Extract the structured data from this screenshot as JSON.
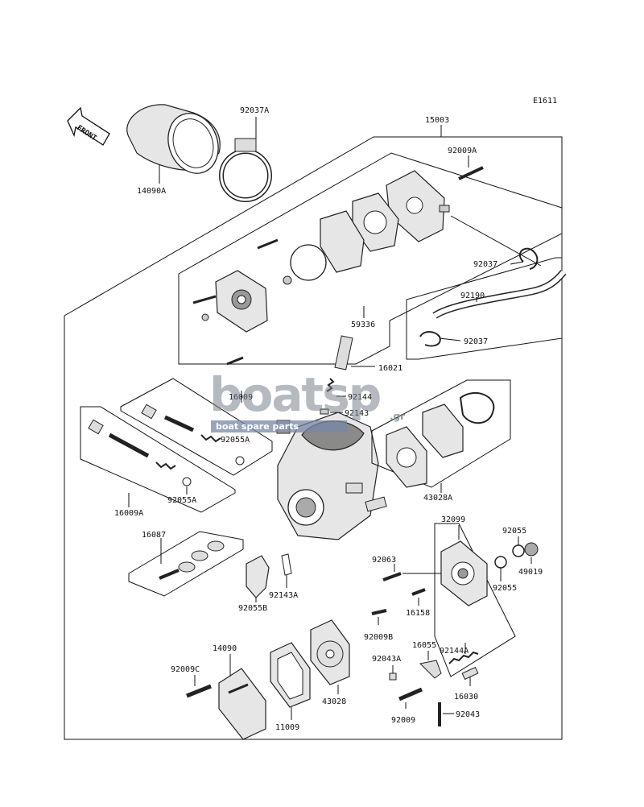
{
  "diagram": {
    "figure_code": "E1611",
    "front_label": "FRONT",
    "watermark": {
      "logo": "boatsp",
      "tld": ".gr",
      "tagline": "boat spare parts"
    },
    "labels": {
      "p15003": "15003",
      "p92037A": "92037A",
      "p14090A": "14090A",
      "p92009A": "92009A",
      "p92037_top": "92037",
      "p92190": "92190",
      "p92037_bottom": "92037",
      "p59336": "59336",
      "p16021": "16021",
      "p92144": "92144",
      "p92143": "92143",
      "p16009": "16009",
      "p92055A_a": "92055A",
      "p92055A_b": "92055A",
      "p16009A": "16009A",
      "p43028A": "43028A",
      "p32099": "32099",
      "p92055_a": "92055",
      "p92055_b": "92055",
      "p49019": "49019",
      "p16087": "16087",
      "p92063": "92063",
      "p16158": "16158",
      "p92143A": "92143A",
      "p92055B": "92055B",
      "p92009B": "92009B",
      "p92144A": "92144A",
      "p16055": "16055",
      "p92043A": "92043A",
      "p16030": "16030",
      "p14090": "14090",
      "p92009C": "92009C",
      "p43028": "43028",
      "p11009": "11009",
      "p92009": "92009",
      "p92043": "92043"
    }
  }
}
